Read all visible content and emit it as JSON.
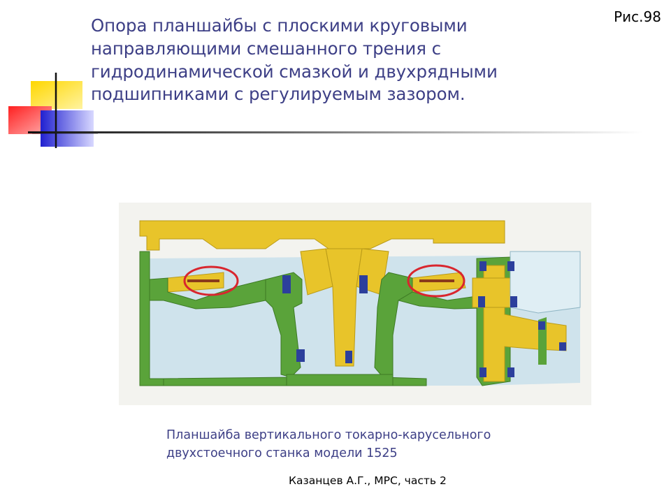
{
  "slide": {
    "figure_label": "Рис.98",
    "title": "Опора планшайбы с плоскими круговыми направляющими смешанного трения с гидродинамической смазкой и двухрядными подшипниками с регулируемым зазором.",
    "caption_line1": "Планшайба вертикального токарно-карусельного",
    "caption_line2": "двухстоечного станка модели 1525",
    "author": "Казанцев А.Г., МРС, часть 2"
  },
  "drawing": {
    "colors": {
      "yellow": "#e8c42a",
      "green": "#5aa33a",
      "blue": "#2c3f9c",
      "light_blue": "#cfe3ec",
      "highlight_red": "#d9262e"
    }
  }
}
